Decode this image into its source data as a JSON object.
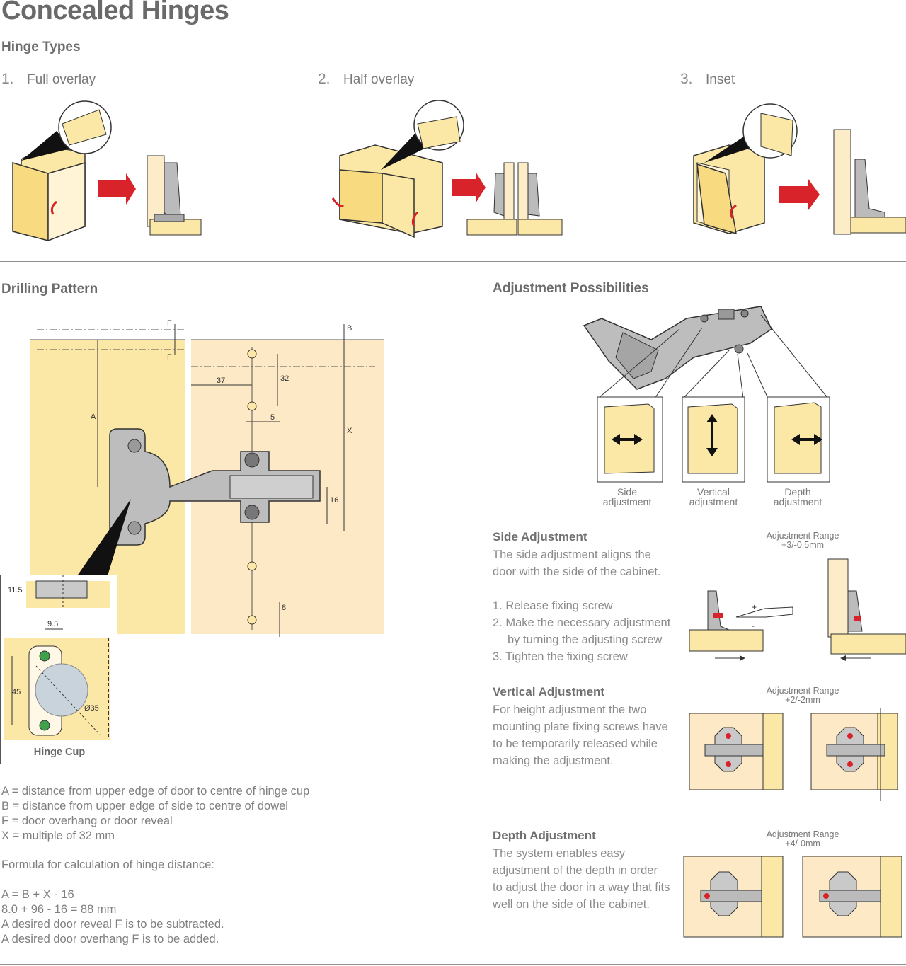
{
  "title": "Concealed Hinges",
  "hinge_types": {
    "heading": "Hinge Types",
    "items": [
      {
        "num": "1.",
        "label": "Full overlay"
      },
      {
        "num": "2.",
        "label": "Half overlay"
      },
      {
        "num": "3.",
        "label": "Inset"
      }
    ]
  },
  "drilling": {
    "heading": "Drilling Pattern",
    "dims": {
      "f": "F",
      "b": "B",
      "a": "A",
      "x": "X",
      "d37": "37",
      "d32": "32",
      "d5": "5",
      "d16": "16",
      "d8": "8"
    },
    "hinge_cup": {
      "label": "Hinge Cup",
      "d115": "11.5",
      "d95": "9.5",
      "d45": "45",
      "d35": "Ø35"
    },
    "legend": [
      "A = distance from upper edge of door to centre of hinge cup",
      "B = distance from upper edge of side to centre of dowel",
      "F = door overhang or door reveal",
      "X = multiple of 32 mm"
    ],
    "formula_intro": "Formula for calculation of hinge distance:",
    "formula": [
      "A = B + X - 16",
      "8.0 + 96 - 16 = 88 mm",
      "A desired door reveal F is to be subtracted.",
      "A desired door overhang F is to be added."
    ]
  },
  "adjust": {
    "heading": "Adjustment Possibilities",
    "captions": [
      {
        "line1": "Side",
        "line2": "adjustment"
      },
      {
        "line1": "Vertical",
        "line2": "adjustment"
      },
      {
        "line1": "Depth",
        "line2": "adjustment"
      }
    ],
    "side": {
      "heading": "Side Adjustment",
      "desc": [
        "The side adjustment aligns the",
        "door with the side of the cabinet."
      ],
      "steps": [
        "1.  Release fixing screw",
        "2.  Make the necessary adjustment",
        "by turning the adjusting screw",
        "3.  Tighten the fixing screw"
      ],
      "range_label": "Adjustment Range",
      "range": "+3/-0.5mm",
      "plus": "+",
      "minus": "-"
    },
    "vertical": {
      "heading": "Vertical Adjustment",
      "desc": [
        "For height adjustment the two",
        "mounting plate fixing screws have",
        "to be temporarily released while",
        "making the adjustment."
      ],
      "range_label": "Adjustment Range",
      "range": "+2/-2mm"
    },
    "depth": {
      "heading": "Depth Adjustment",
      "desc": [
        "The system enables easy",
        "adjustment of the depth in order",
        "to adjust the door in a way that fits",
        "well on the side of the cabinet."
      ],
      "range_label": "Adjustment Range",
      "range": "+4/-0mm"
    }
  },
  "colors": {
    "wood": "#fbe7a6",
    "wood_light": "#fdecc8",
    "metal": "#b9b9b9",
    "arrow_red": "#d8232a",
    "text": "#7f7f7f"
  }
}
